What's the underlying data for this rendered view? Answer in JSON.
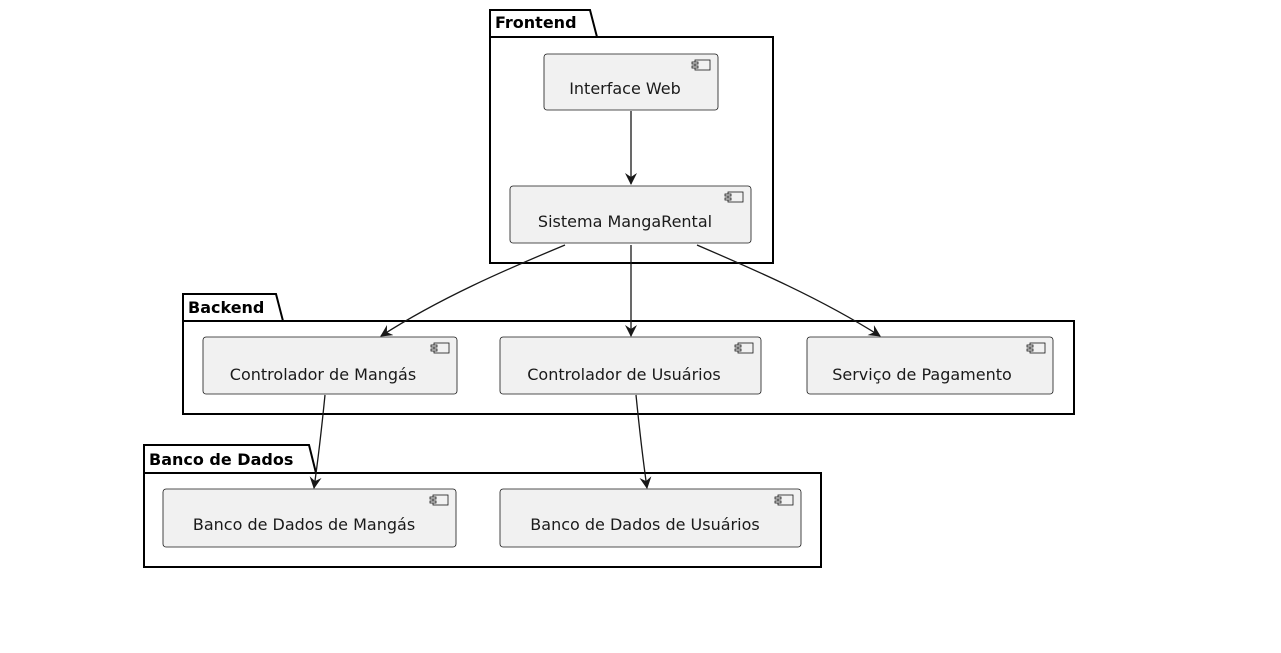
{
  "diagram": {
    "packages": [
      {
        "id": "frontend",
        "label": "Frontend"
      },
      {
        "id": "backend",
        "label": "Backend"
      },
      {
        "id": "db",
        "label": "Banco de Dados"
      }
    ],
    "components": [
      {
        "id": "web",
        "label": "Interface Web"
      },
      {
        "id": "system",
        "label": "Sistema MangaRental"
      },
      {
        "id": "ctrl_mangas",
        "label": "Controlador de Mangás"
      },
      {
        "id": "ctrl_users",
        "label": "Controlador de Usuários"
      },
      {
        "id": "payment",
        "label": "Serviço de Pagamento"
      },
      {
        "id": "db_mangas",
        "label": "Banco de Dados de Mangás"
      },
      {
        "id": "db_users",
        "label": "Banco de Dados de Usuários"
      }
    ],
    "edges": [
      {
        "from": "web",
        "to": "system"
      },
      {
        "from": "system",
        "to": "ctrl_mangas"
      },
      {
        "from": "system",
        "to": "ctrl_users"
      },
      {
        "from": "system",
        "to": "payment"
      },
      {
        "from": "ctrl_mangas",
        "to": "db_mangas"
      },
      {
        "from": "ctrl_users",
        "to": "db_users"
      }
    ],
    "colors": {
      "component_fill": "#f1f1f1",
      "component_stroke": "#181818",
      "package_stroke": "#000000",
      "arrow": "#181818"
    }
  }
}
